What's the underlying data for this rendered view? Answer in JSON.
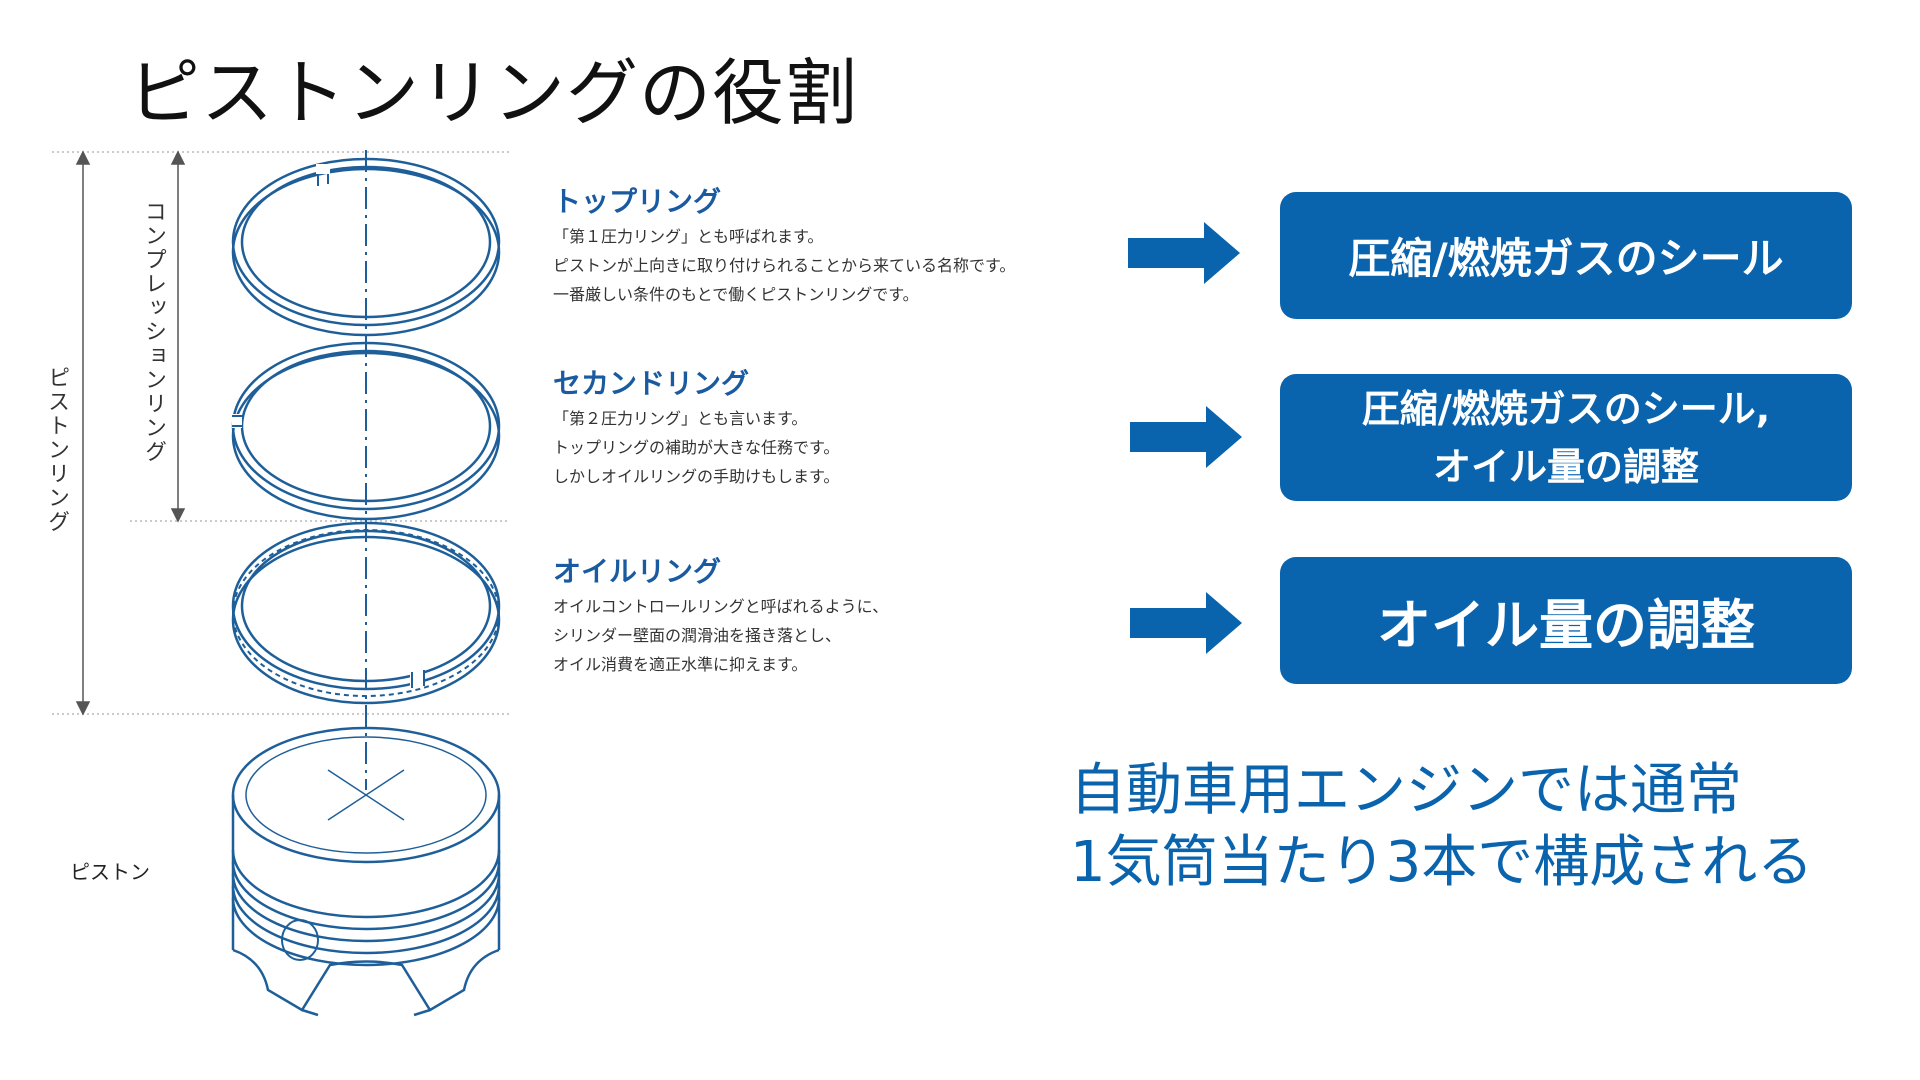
{
  "title": "ピストンリングの役割",
  "labels": {
    "piston_rings": "ピストンリング",
    "compression_rings": "コンプレッションリング",
    "piston": "ピストン"
  },
  "rings": [
    {
      "name": "トップリング",
      "description": "「第１圧力リング」とも呼ばれます。\nピストンが上向きに取り付けられることから来ている名称です。\n一番厳しい条件のもとで働くピストンリングです。",
      "role": "圧縮/燃焼ガスのシール"
    },
    {
      "name": "セカンドリング",
      "description": "「第２圧力リング」とも言います。\nトップリングの補助が大きな任務です。\nしかしオイルリングの手助けもします。",
      "role": "圧縮/燃焼ガスのシール,\nオイル量の調整"
    },
    {
      "name": "オイルリング",
      "description": "オイルコントロールリングと呼ばれるように、\nシリンダー壁面の潤滑油を掻き落とし、\nオイル消費を適正水準に抑えます。",
      "role": "オイル量の調整"
    }
  ],
  "summary": "自動車用エンジンでは通常\n1気筒当たり3本で構成される",
  "colors": {
    "accent": "#0a63ad",
    "line": "#1f5f99",
    "text_blue": "#1a5aa0"
  }
}
